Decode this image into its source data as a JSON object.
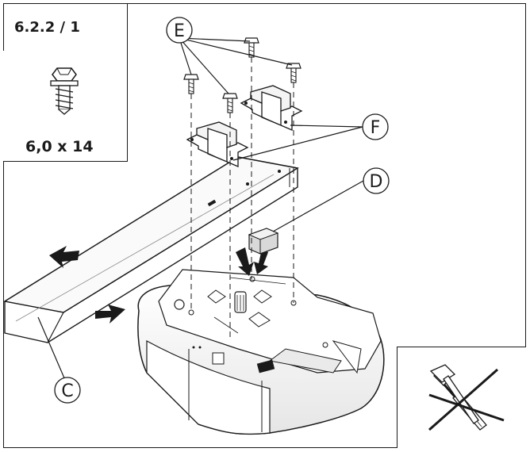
{
  "step": "6.2.2 / 1",
  "screw": {
    "size": "6,0 x 14"
  },
  "callouts": {
    "C": "C",
    "D": "D",
    "E": "E",
    "F": "F"
  }
}
